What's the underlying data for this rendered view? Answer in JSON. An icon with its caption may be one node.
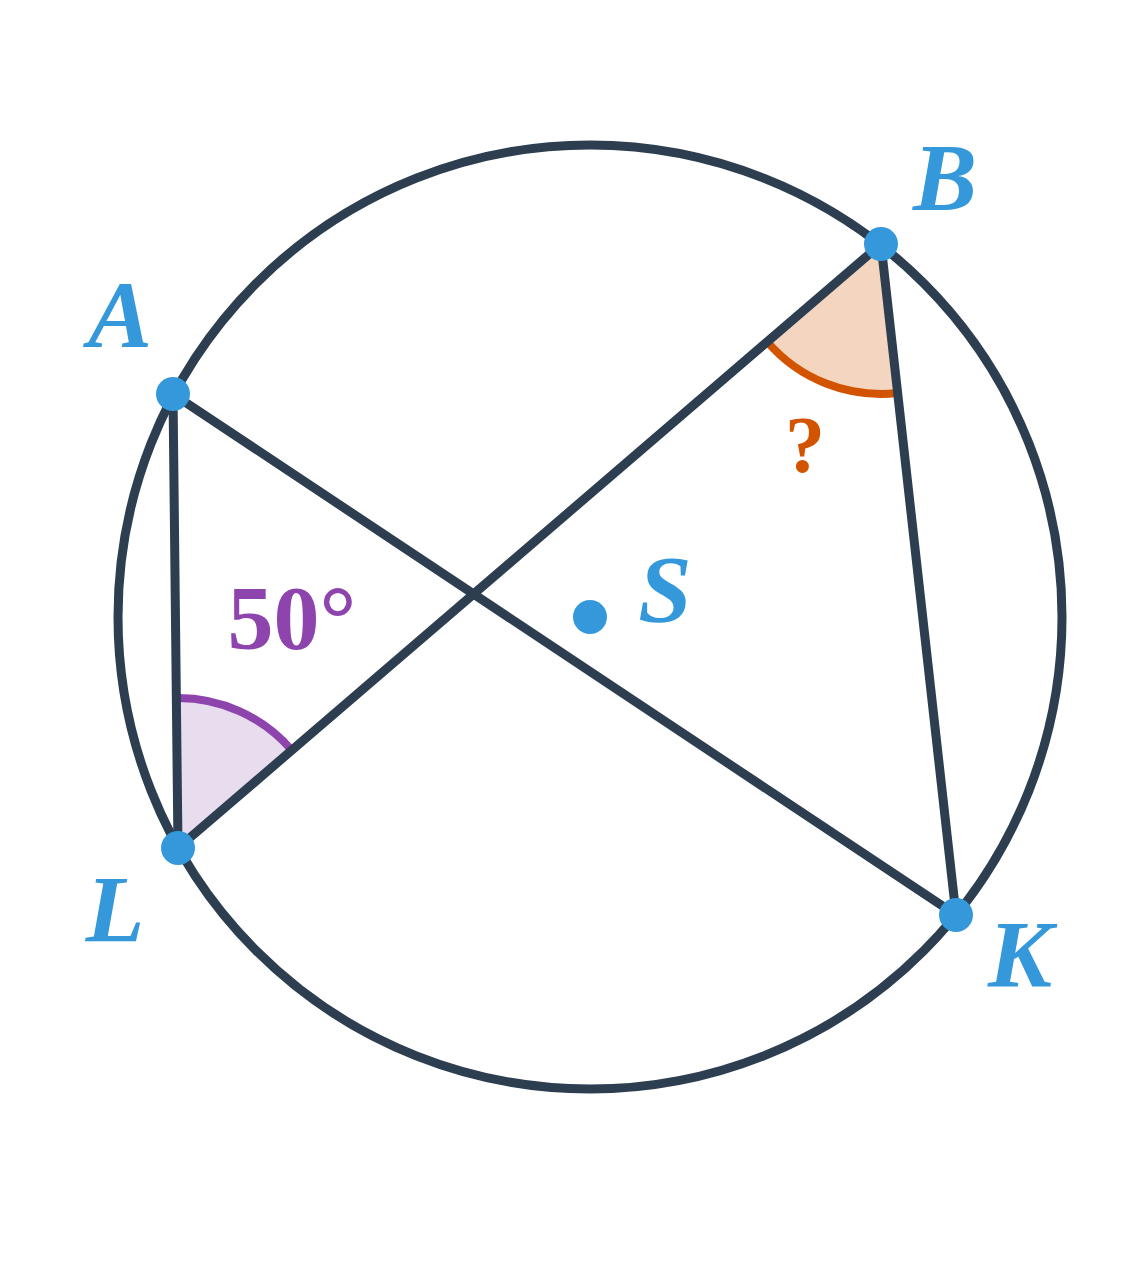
{
  "diagram": {
    "nodes": [
      {
        "text": [
          "B"
        ]
      },
      {
        "text": [
          "A"
        ]
      },
      {
        "text": [
          "S"
        ]
      },
      {
        "text": [
          "L"
        ]
      },
      {
        "text": [
          "K"
        ]
      }
    ],
    "edges": [
      {
        "from": 1,
        "to": 3,
        "arrow": "none"
      },
      {
        "from": 1,
        "to": 4,
        "arrow": "none"
      },
      {
        "from": 3,
        "to": 0,
        "arrow": "none"
      },
      {
        "from": 0,
        "to": 4,
        "arrow": "none"
      }
    ],
    "labels": [
      "?",
      "50°"
    ]
  }
}
